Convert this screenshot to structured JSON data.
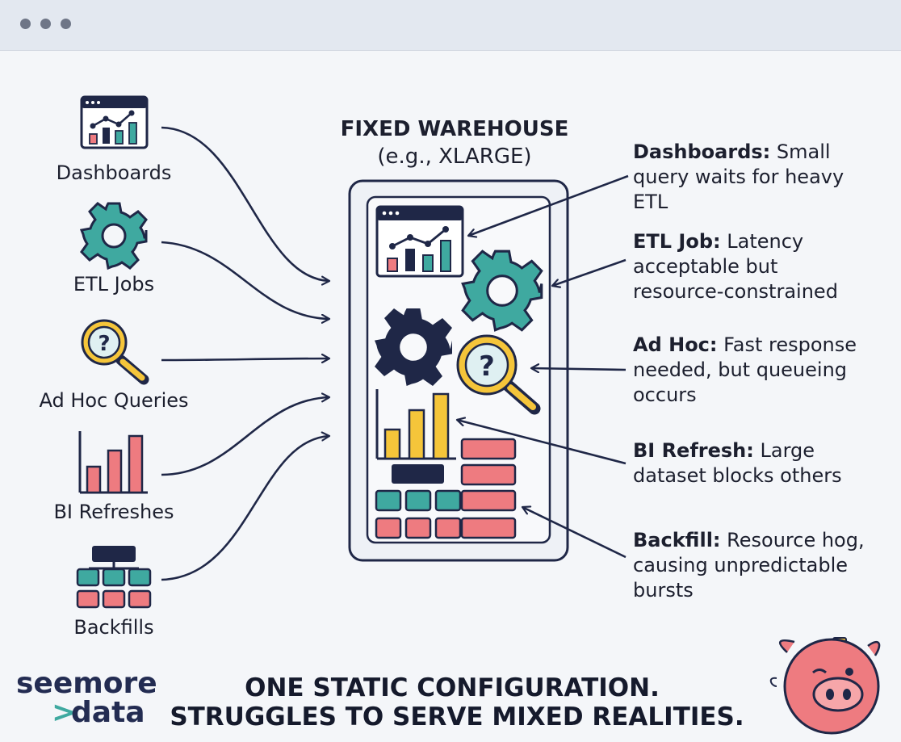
{
  "sources": [
    {
      "label": "Dashboards",
      "icon": "dashboard-window-icon"
    },
    {
      "label": "ETL Jobs",
      "icon": "gear-icon"
    },
    {
      "label": "Ad Hoc Queries",
      "icon": "magnifier-question-icon"
    },
    {
      "label": "BI Refreshes",
      "icon": "bar-chart-icon"
    },
    {
      "label": "Backfills",
      "icon": "hierarchy-blocks-icon"
    }
  ],
  "warehouse": {
    "title": "FIXED WAREHOUSE",
    "subtitle": "(e.g., XLARGE)"
  },
  "annotations": [
    {
      "bold": "Dashboards:",
      "lines": [
        " Small",
        "query waits for heavy",
        "ETL"
      ]
    },
    {
      "bold": "ETL Job:",
      "lines": [
        " Latency",
        "acceptable but",
        "resource-constrained"
      ]
    },
    {
      "bold": "Ad Hoc:",
      "lines": [
        " Fast response",
        "needed, but queueing",
        "occurs"
      ]
    },
    {
      "bold": "BI Refresh:",
      "lines": [
        " Large",
        "dataset blocks others"
      ]
    },
    {
      "bold": "Backfill:",
      "lines": [
        " Resource hog,",
        "causing unpredictable",
        "bursts"
      ]
    }
  ],
  "footer": {
    "line1": "ONE STATIC CONFIGURATION.",
    "line2": "STRUGGLES TO SERVE MIXED REALITIES."
  },
  "brand": {
    "line1": "seemore",
    "arrow": ">",
    "line2": "data",
    "mascot_icon": "piggy-bank-mascot-icon"
  },
  "colors": {
    "navy": "#1f2747",
    "teal": "#3fa9a0",
    "coral": "#ee7b80",
    "yellow": "#f5c53a",
    "titlebar": "#e3e8f0"
  }
}
